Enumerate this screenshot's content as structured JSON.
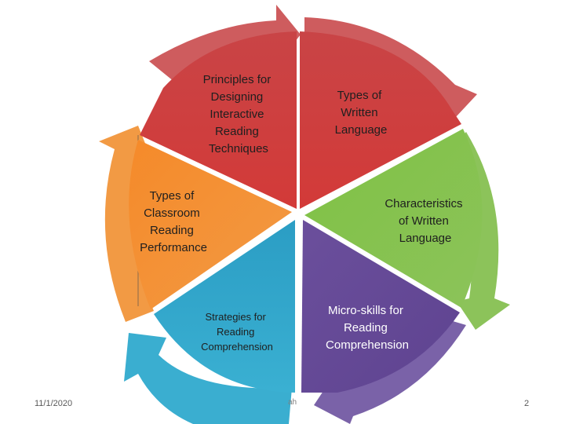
{
  "diagram": {
    "segments": [
      {
        "id": "principles",
        "label": [
          "Principles for",
          "Designing",
          "Interactive",
          "Reading",
          "Techniques"
        ],
        "color": "#c0393b"
      },
      {
        "id": "types-written",
        "label": [
          "Types of",
          "Written",
          "Language"
        ],
        "color": "#c0393b"
      },
      {
        "id": "characteristics",
        "label": [
          "Characteristics",
          "of Written",
          "Language"
        ],
        "color": "#76b041"
      },
      {
        "id": "micro-skills",
        "label": [
          "Micro-skills for",
          "Reading",
          "Comprehension"
        ],
        "color": "#6a4f9d"
      },
      {
        "id": "strategies",
        "label": [
          "Strategies for",
          "Reading",
          "Comprehension"
        ],
        "color": "#2e9ec4"
      },
      {
        "id": "classroom",
        "label": [
          "Types of",
          "Classroom",
          "Reading",
          "Performance"
        ],
        "color": "#f07f22"
      }
    ]
  },
  "footer": {
    "date": "11/1/2020",
    "center": "ah",
    "page": "2"
  }
}
